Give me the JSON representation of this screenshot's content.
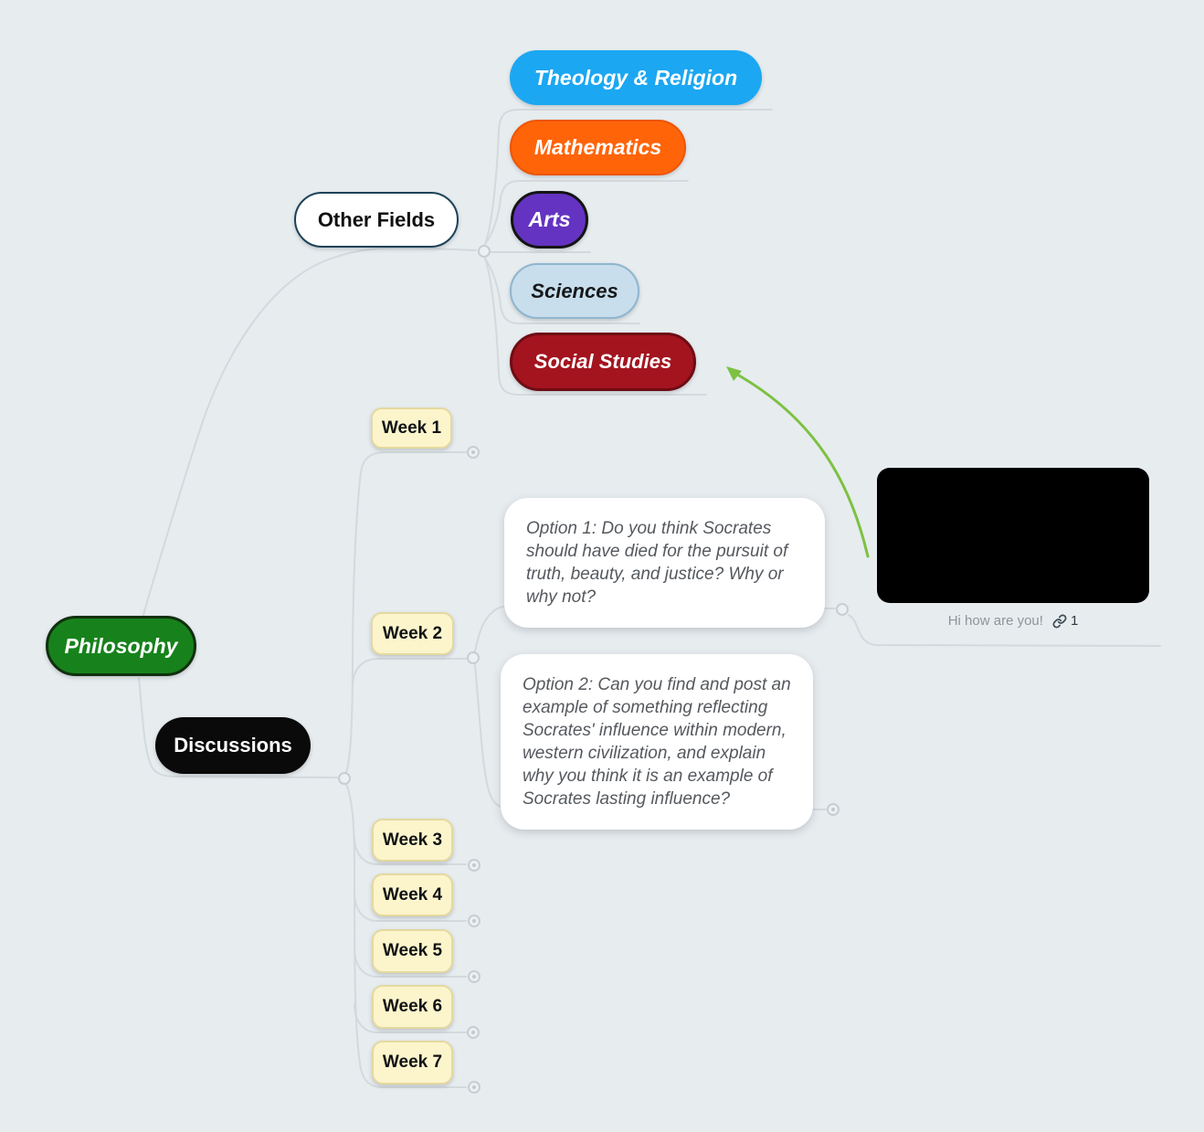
{
  "app": {
    "background": "#E7ECEF",
    "edge_color": "#D3D9DD"
  },
  "nodes": [
    {
      "id": "philosophy",
      "label": "Philosophy",
      "fill": "#17821B",
      "border": "#10300F",
      "text_color": "#FFFFFF"
    },
    {
      "id": "other-fields",
      "label": "Other Fields",
      "fill": "#FFFFFF",
      "border": "#1C4257",
      "text_color": "#111111"
    },
    {
      "id": "discussions",
      "label": "Discussions",
      "fill": "#0A0A0A",
      "border": "#0A0A0A",
      "text_color": "#FFFFFF"
    },
    {
      "id": "theology",
      "label": "Theology & Religion",
      "fill": "#1BA7F2",
      "border": "#1BA7F2",
      "text_color": "#FFFFFF"
    },
    {
      "id": "mathematics",
      "label": "Mathematics",
      "fill": "#FF6409",
      "border": "#EE5503",
      "text_color": "#FFFFFF"
    },
    {
      "id": "arts",
      "label": "Arts",
      "fill": "#6433C1",
      "border": "#141414",
      "text_color": "#FFFFFF"
    },
    {
      "id": "sciences",
      "label": "Sciences",
      "fill": "#C8DEEC",
      "border": "#8FB6CF",
      "text_color": "#16181A"
    },
    {
      "id": "social-studies",
      "label": "Social Studies",
      "fill": "#A3141F",
      "border": "#6F0C14",
      "text_color": "#FFFFFF"
    },
    {
      "id": "week-1",
      "label": "Week 1",
      "fill": "#FCF5CC",
      "border": "#E4D99F",
      "text_color": "#101214"
    },
    {
      "id": "week-2",
      "label": "Week 2",
      "fill": "#FCF5CC",
      "border": "#E4D99F",
      "text_color": "#101214"
    },
    {
      "id": "week-3",
      "label": "Week 3",
      "fill": "#FCF5CC",
      "border": "#E4D99F",
      "text_color": "#101214"
    },
    {
      "id": "week-4",
      "label": "Week 4",
      "fill": "#FCF5CC",
      "border": "#E4D99F",
      "text_color": "#101214"
    },
    {
      "id": "week-5",
      "label": "Week 5",
      "fill": "#FCF5CC",
      "border": "#E4D99F",
      "text_color": "#101214"
    },
    {
      "id": "week-6",
      "label": "Week 6",
      "fill": "#FCF5CC",
      "border": "#E4D99F",
      "text_color": "#101214"
    },
    {
      "id": "week-7",
      "label": "Week 7",
      "fill": "#FCF5CC",
      "border": "#E4D99F",
      "text_color": "#101214"
    },
    {
      "id": "option-1",
      "label": "Option 1: Do you think Socrates should have died for the pursuit of truth, beauty, and justice? Why or why not?",
      "fill": "#FFFFFF",
      "text_color": "#55595E"
    },
    {
      "id": "option-2",
      "label": "Option 2: Can you find and post an example of something reflecting Socrates' influence within modern, western civilization, and explain why you think it is an example of Socrates lasting influence?",
      "fill": "#FFFFFF",
      "text_color": "#55595E"
    }
  ],
  "attachment": {
    "media_fill": "#000000",
    "caption": "Hi how are you!",
    "link_icon": "link-icon",
    "link_count": "1",
    "link_color": "#3E4A55"
  },
  "arrow": {
    "color": "#7DC142"
  }
}
